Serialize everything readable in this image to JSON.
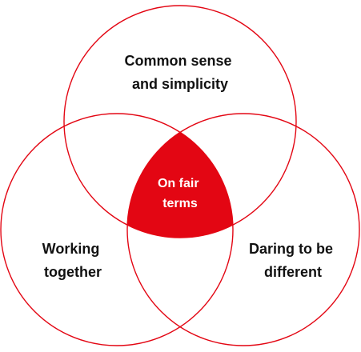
{
  "colors": {
    "accent": "#e30613",
    "text": "#111111",
    "center_text": "#ffffff",
    "background": "#ffffff"
  },
  "venn": {
    "top": {
      "line1": "Common sense",
      "line2": "and simplicity"
    },
    "left": {
      "line1": "Working",
      "line2": "together"
    },
    "right": {
      "line1": "Daring to be",
      "line2": "different"
    },
    "center": {
      "line1": "On fair",
      "line2": "terms"
    }
  }
}
